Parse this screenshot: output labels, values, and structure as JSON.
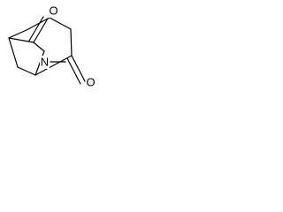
{
  "structure": {
    "atoms": {
      "oxygen_top": "O",
      "nitrogen": "N",
      "oxygen_bottom": "O"
    }
  }
}
